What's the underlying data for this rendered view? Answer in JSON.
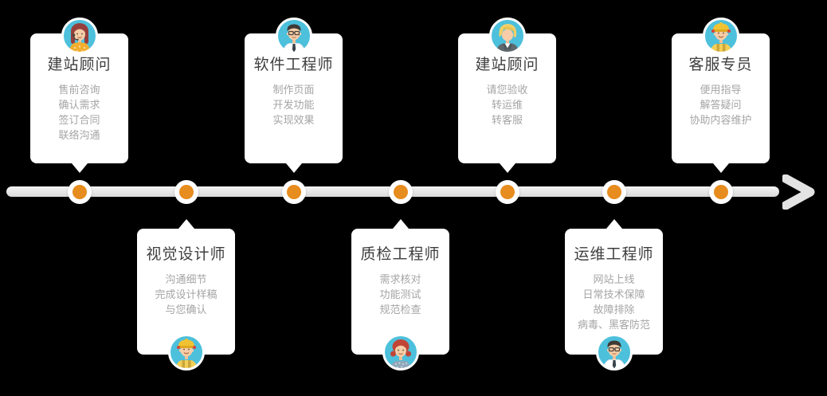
{
  "palette": {
    "background": "#000000",
    "card_bg": "#ffffff",
    "title_color": "#3e3e3e",
    "task_color": "#a5a5a5",
    "timeline_gray": "#e6e6e6",
    "dot_orange": "#e78c1e",
    "dot_ring_white": "#ffffff",
    "avatar_circle_blue": "#4dc0dc"
  },
  "timeline": {
    "direction": "left-to-right-arrow",
    "steps": [
      {
        "role": "建站顾问",
        "position": "top",
        "avatar": "consultant-female-headset",
        "tasks": [
          "售前咨询",
          "确认需求",
          "签订合同",
          "联络沟通"
        ]
      },
      {
        "role": "视觉设计师",
        "position": "bottom",
        "avatar": "worker-hardhat",
        "tasks": [
          "沟通细节",
          "完成设计样稿",
          "与您确认"
        ]
      },
      {
        "role": "软件工程师",
        "position": "top",
        "avatar": "engineer-male-glasses",
        "tasks": [
          "制作页面",
          "开发功能",
          "实现效果"
        ]
      },
      {
        "role": "质检工程师",
        "position": "bottom",
        "avatar": "qa-female-redhair",
        "tasks": [
          "需求核对",
          "功能测试",
          "规范检查"
        ]
      },
      {
        "role": "建站顾问",
        "position": "top",
        "avatar": "consultant-suit-blonde",
        "tasks": [
          "请您验收",
          "转运维",
          "转客服"
        ]
      },
      {
        "role": "运维工程师",
        "position": "bottom",
        "avatar": "ops-male-glasses",
        "tasks": [
          "网站上线",
          "日常技术保障",
          "故障排除",
          "病毒、黑客防范"
        ]
      },
      {
        "role": "客服专员",
        "position": "top",
        "avatar": "support-worker-hardhat",
        "tasks": [
          "便用指导",
          "解答疑问",
          "协助内容维护"
        ]
      }
    ]
  }
}
